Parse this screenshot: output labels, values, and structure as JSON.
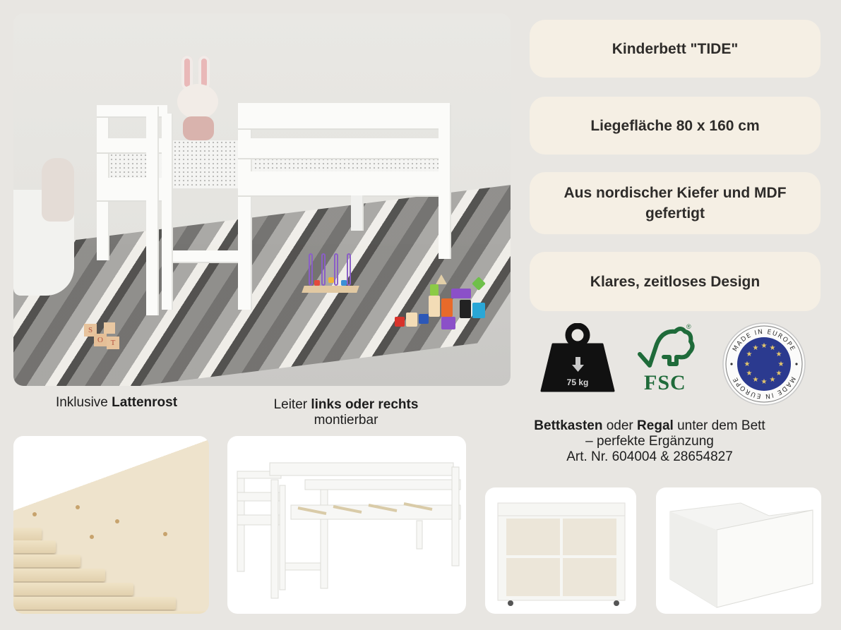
{
  "hero": {
    "alt": "White children's mid-sleeper bed TIDE with ladder in a nursery on a striped rug",
    "block_letters": [
      "S",
      "O",
      "T"
    ]
  },
  "features": [
    {
      "label": "Kinderbett \"TIDE\""
    },
    {
      "label": "Liegefläche 80 x 160 cm"
    },
    {
      "label": "Aus nordischer Kiefer und MDF gefertigt"
    },
    {
      "label": "Klares, zeitloses Design"
    }
  ],
  "badges": {
    "weight": {
      "icon": "weight-icon",
      "label": "75 kg"
    },
    "fsc": {
      "icon": "fsc-tree-icon",
      "label": "FSC",
      "mark": "®"
    },
    "eu": {
      "icon": "eu-stars-icon",
      "ring_text_top": "MADE IN EUROPE",
      "ring_text_bottom": "MADE IN EUROPE"
    }
  },
  "captions": {
    "slats": {
      "prefix": "Inklusive ",
      "bold": "Lattenrost"
    },
    "ladder": {
      "prefix": "Leiter ",
      "bold": "links oder rechts",
      "line2": "montierbar"
    },
    "accessories": {
      "bold1": "Bettkasten",
      "mid1": " oder ",
      "bold2": "Regal",
      "mid2": " unter dem Bett",
      "line2": "–  perfekte Ergänzung",
      "line3": "Art. Nr. 604004 & 28654827"
    }
  },
  "colors": {
    "background": "#e8e6e2",
    "pill": "#f5efe4",
    "text": "#2e2c2a",
    "fsc_green": "#1f6b3a",
    "eu_blue": "#2b3a8f",
    "eu_star": "#e5c76b"
  }
}
